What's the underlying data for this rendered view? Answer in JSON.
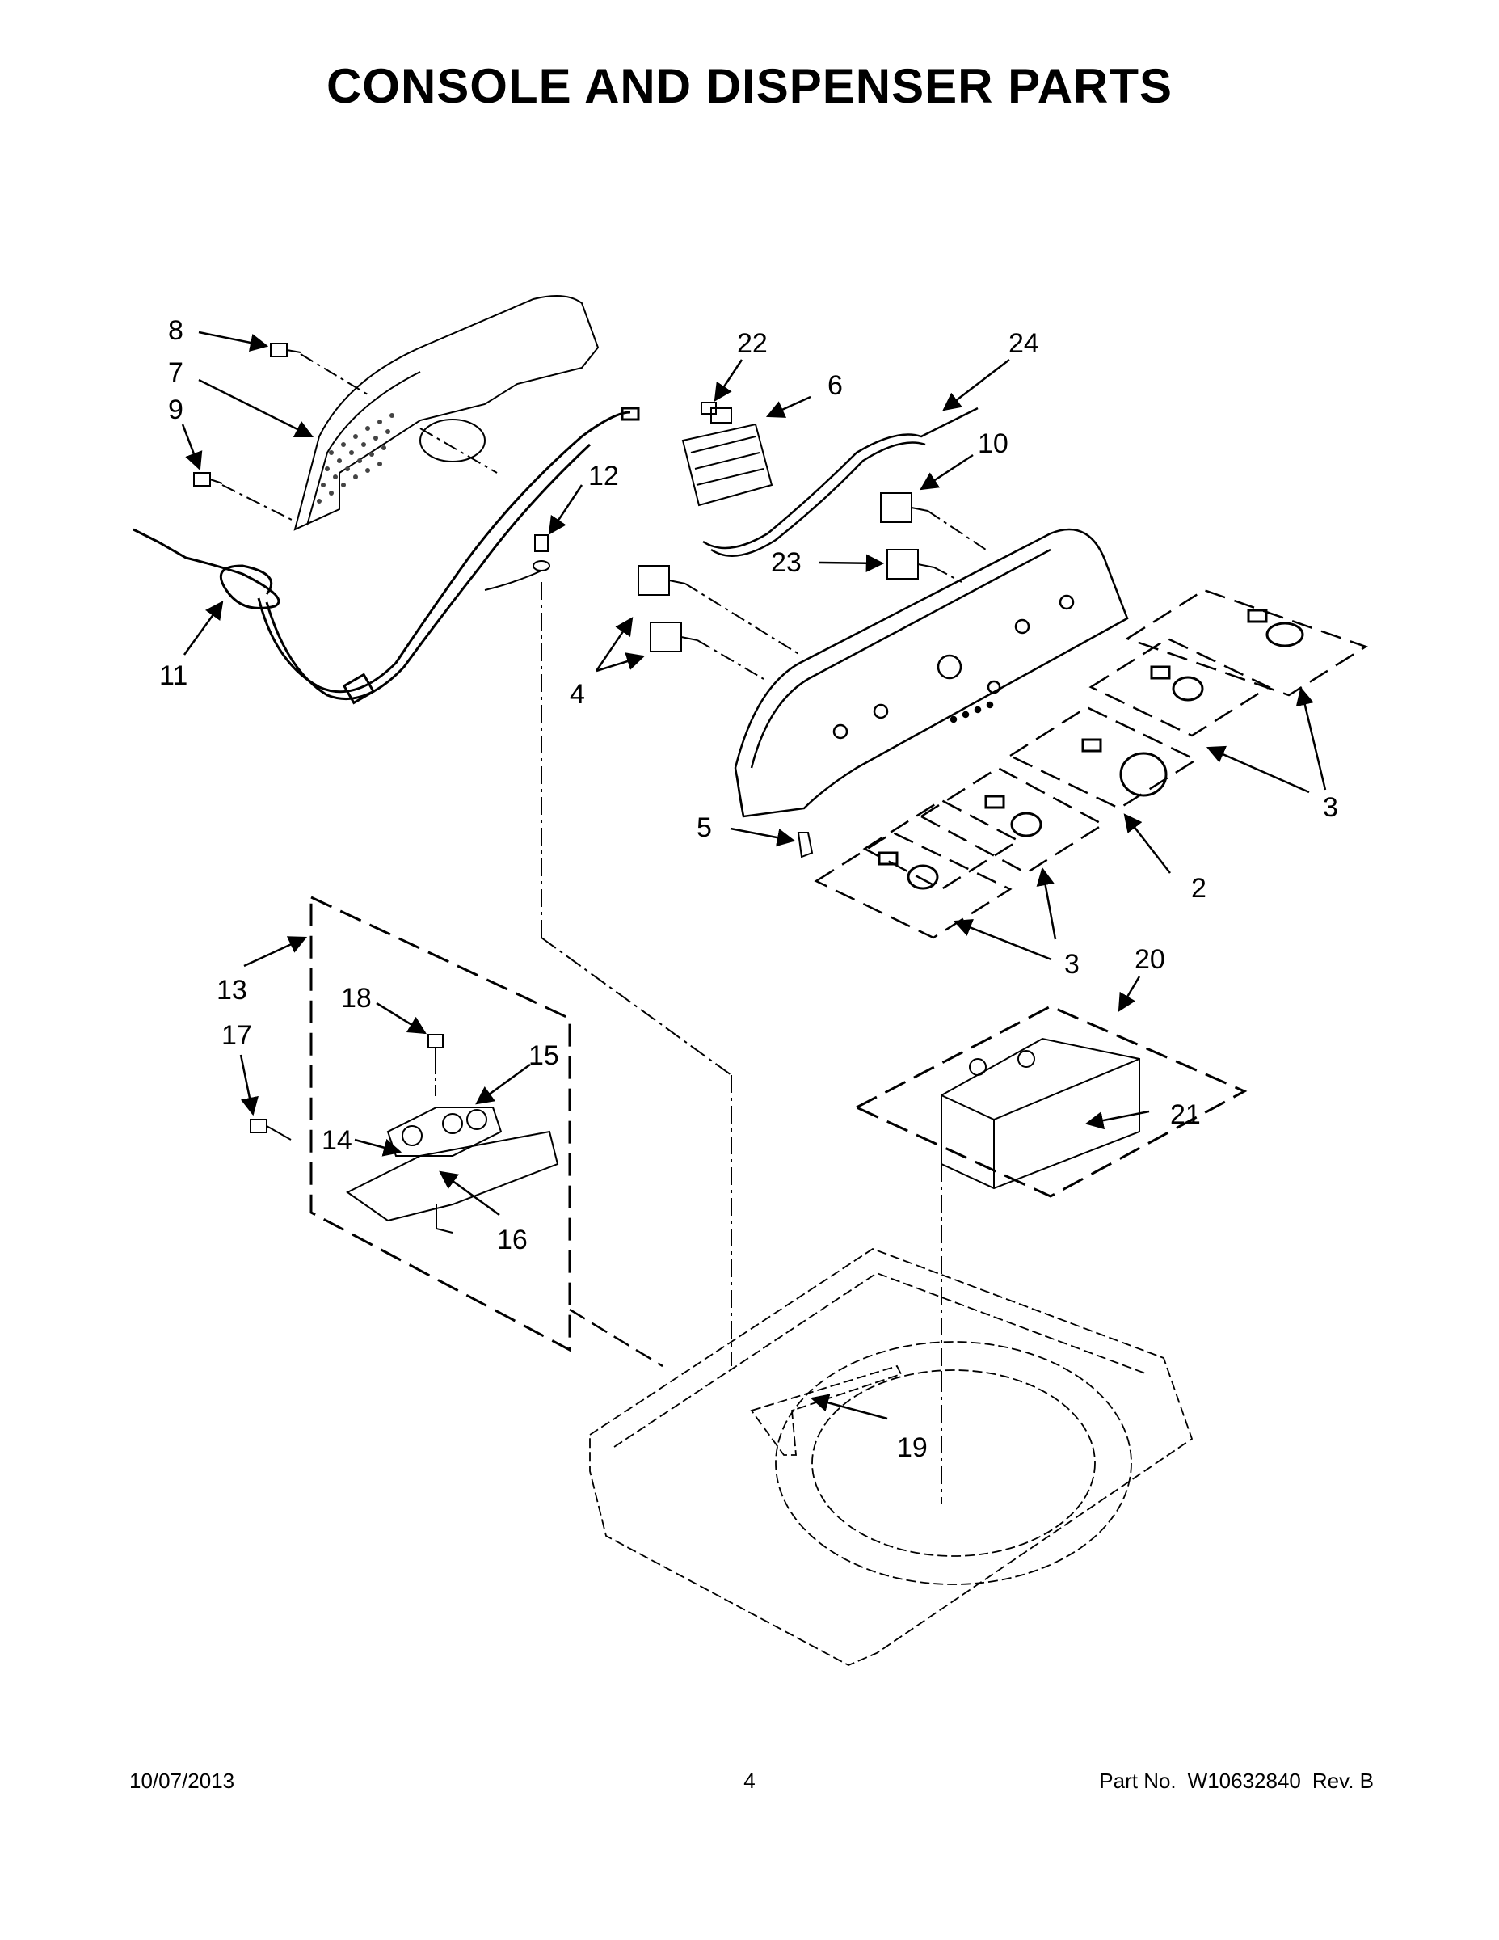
{
  "page": {
    "title": "CONSOLE AND DISPENSER PARTS"
  },
  "callouts": [
    {
      "id": "c8",
      "label": "8"
    },
    {
      "id": "c7",
      "label": "7"
    },
    {
      "id": "c9",
      "label": "9"
    },
    {
      "id": "c22",
      "label": "22"
    },
    {
      "id": "c6",
      "label": "6"
    },
    {
      "id": "c24",
      "label": "24"
    },
    {
      "id": "c10",
      "label": "10"
    },
    {
      "id": "c12",
      "label": "12"
    },
    {
      "id": "c23",
      "label": "23"
    },
    {
      "id": "c11",
      "label": "11"
    },
    {
      "id": "c4",
      "label": "4"
    },
    {
      "id": "c3a",
      "label": "3"
    },
    {
      "id": "c5",
      "label": "5"
    },
    {
      "id": "c2",
      "label": "2"
    },
    {
      "id": "c3b",
      "label": "3"
    },
    {
      "id": "c20",
      "label": "20"
    },
    {
      "id": "c13",
      "label": "13"
    },
    {
      "id": "c18",
      "label": "18"
    },
    {
      "id": "c17",
      "label": "17"
    },
    {
      "id": "c15",
      "label": "15"
    },
    {
      "id": "c14",
      "label": "14"
    },
    {
      "id": "c21",
      "label": "21"
    },
    {
      "id": "c16",
      "label": "16"
    },
    {
      "id": "c19",
      "label": "19"
    }
  ],
  "footer": {
    "date": "10/07/2013",
    "page_number": "4",
    "part_label": "Part No.",
    "part_number": "W10632840",
    "rev": "Rev.  B"
  }
}
